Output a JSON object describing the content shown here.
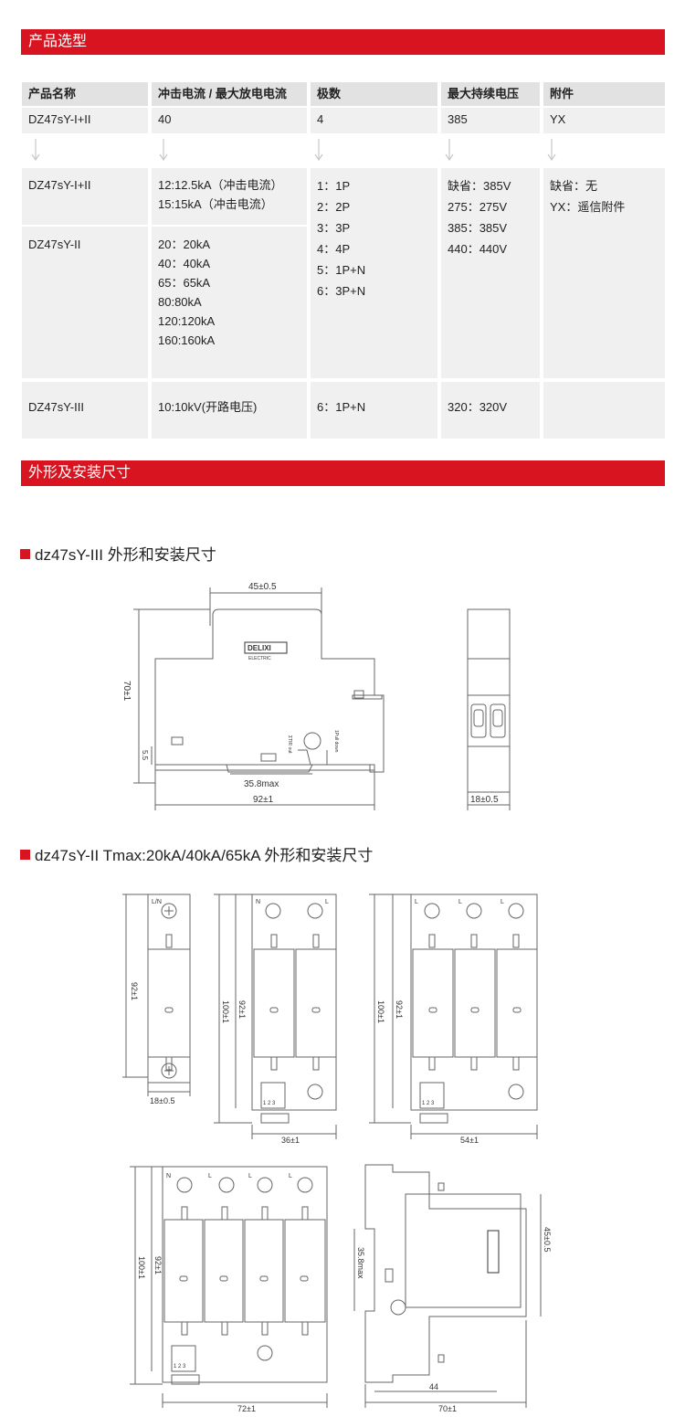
{
  "section1": {
    "title": "产品选型"
  },
  "table": {
    "headers": [
      "产品名称",
      "冲击电流 / 最大放电电流",
      "极数",
      "最大持续电压",
      "附件"
    ],
    "example": [
      "DZ47sY-I+II",
      "40",
      "4",
      "385",
      "YX"
    ],
    "model1": "DZ47sY-I+II",
    "model2": "DZ47sY-II",
    "model3": "DZ47sY-III",
    "current1": [
      "12:12.5kA（冲击电流）",
      "15:15kA（冲击电流）"
    ],
    "current2": [
      "20：20kA",
      "40：40kA",
      "65：65kA",
      "80:80kA",
      "120:120kA",
      "160:160kA"
    ],
    "current3": "10:10kV(开路电压)",
    "poles": [
      "1：1P",
      "2：2P",
      "3：3P",
      "4：4P",
      "5：1P+N",
      "6：3P+N"
    ],
    "poles3": "6：1P+N",
    "voltage": [
      "缺省：385V",
      "275：275V",
      "385：385V",
      "440：440V"
    ],
    "voltage3": "320：320V",
    "accessory": [
      "缺省：无",
      "YX：遥信附件"
    ]
  },
  "section2": {
    "title": "外形及安装尺寸"
  },
  "fig1": {
    "title": "dz47sY-III 外形和安装尺寸",
    "dims": {
      "top": "45±0.5",
      "height": "70±1",
      "small": "5.5",
      "rail": "35.8max",
      "width": "92±1",
      "side": "18±0.5"
    },
    "logo": "DELIXI",
    "logo_sub": "ELECTRIC",
    "label_out": "ΣTIR out",
    "label_pull": "1Pull down"
  },
  "fig2": {
    "title": "dz47sY-II Tmax:20kA/40kA/65kA 外形和安装尺寸",
    "dims": {
      "h92": "92±1",
      "h100": "100±1",
      "w18": "18±0.5",
      "w36": "36±1",
      "w54": "54±1",
      "w72": "72±1",
      "d35": "35.8max",
      "d45": "45±0.5",
      "d44": "44",
      "d70": "70±1"
    },
    "terminal_labels": {
      "ln": "L/N",
      "n": "N",
      "l": "L"
    },
    "switch_nums": "1 2 3"
  }
}
